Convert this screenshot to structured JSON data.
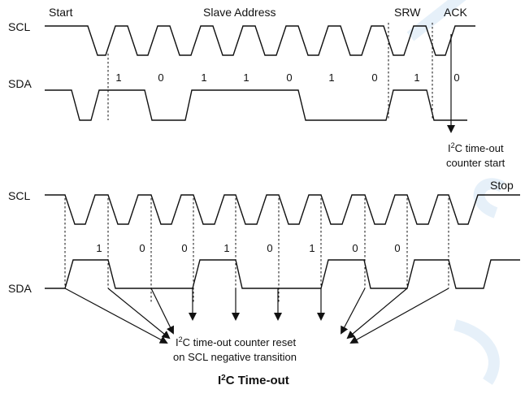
{
  "top": {
    "scl_label": "SCL",
    "sda_label": "SDA",
    "start_label": "Start",
    "address_label": "Slave Address",
    "srw_label": "SRW",
    "ack_label": "ACK",
    "bits": [
      "1",
      "0",
      "1",
      "1",
      "0",
      "1",
      "0",
      "1",
      "0"
    ],
    "counter_start": {
      "line1": "I",
      "sup": "2",
      "line1_rest": "C time-out",
      "line2": "counter start"
    }
  },
  "bottom": {
    "scl_label": "SCL",
    "sda_label": "SDA",
    "stop_label": "Stop",
    "bits": [
      "1",
      "0",
      "0",
      "1",
      "0",
      "1",
      "0",
      "0"
    ],
    "counter_reset": {
      "line1": "I",
      "sup": "2",
      "line1_rest": "C time-out counter reset",
      "line2": "on SCL negative transition"
    }
  },
  "caption": {
    "prefix": "I",
    "sup": "2",
    "rest": "C Time-out"
  }
}
